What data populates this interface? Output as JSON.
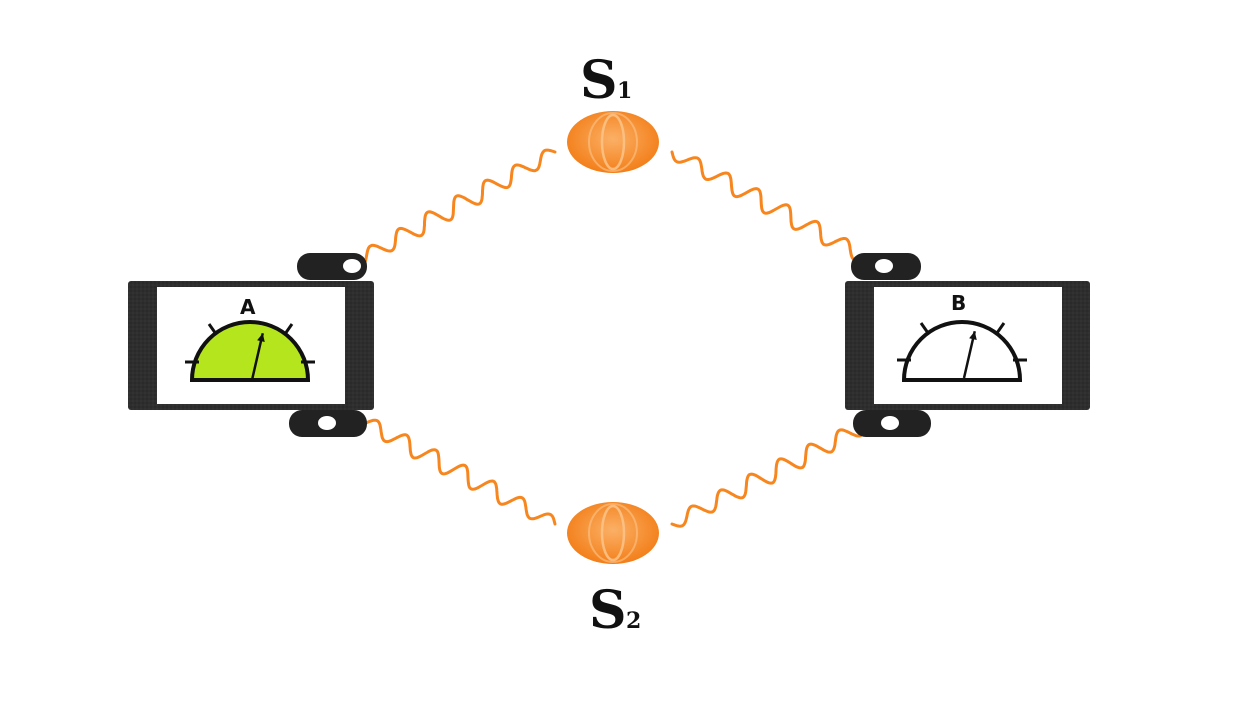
{
  "sources": [
    {
      "label": "S",
      "subscript": "1"
    },
    {
      "label": "S",
      "subscript": "2"
    }
  ],
  "detectors": [
    {
      "label": "A",
      "meter_fill": "#b5e61d",
      "needle_level": 0.6
    },
    {
      "label": "B",
      "meter_fill": "#ffffff",
      "needle_level": 0.6
    }
  ],
  "colors": {
    "wave": "#f7861e",
    "source": "#f7861e",
    "source_highlight": "#fbb066",
    "detector_body": "#2a2a2a",
    "detector_screen": "#ffffff"
  }
}
